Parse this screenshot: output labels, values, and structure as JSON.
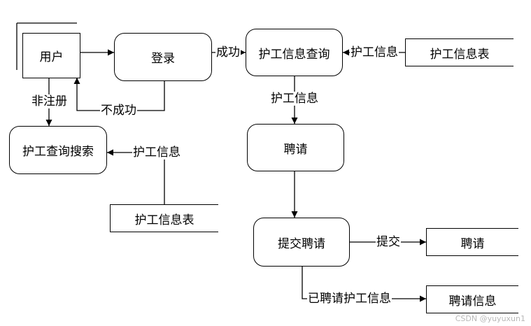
{
  "nodes": {
    "user": "用户",
    "login": "登录",
    "nurse_query": "护工信息查询",
    "nurse_table_top": "护工信息表",
    "nurse_search": "护工查询搜索",
    "nurse_table_bottom": "护工信息表",
    "hire": "聘请",
    "submit_hire": "提交聘请",
    "hire_store": "聘请",
    "hire_info_store": "聘请信息"
  },
  "labels": {
    "success": "成功",
    "failure": "不成功",
    "unregistered": "非注册",
    "nurse_info_top": "护工信息",
    "nurse_info_mid": "护工信息",
    "nurse_info_left": "护工信息",
    "submit": "提交",
    "hired_nurse_info": "已聘请护工信息"
  },
  "watermark": "CSDN @yuyuxun1"
}
